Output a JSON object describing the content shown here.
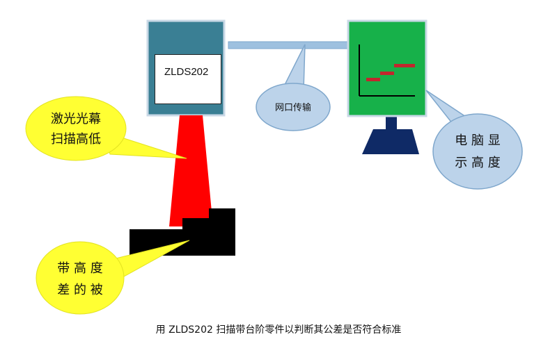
{
  "sensor": {
    "label": "ZLDS202"
  },
  "network": {
    "label": "网口传输"
  },
  "laser_callout": {
    "line1": "激光光幕",
    "line2": "扫描高低"
  },
  "computer_callout": {
    "line1": "电 脑 显",
    "line2": "示 高 度"
  },
  "part_callout": {
    "line1": "带 高 度",
    "line2": "差 的 被"
  },
  "caption": "用 ZLDS202 扫描带台阶零件以判断其公差是否符合标准",
  "colors": {
    "sensor_body": "#3a7f94",
    "screen": "#17b14a",
    "monitor_base": "#0f2a66",
    "cable": "#9ec0df",
    "laser": "#ff0000",
    "callout_yellow": "#ffff33",
    "callout_blue": "#bcd3ea"
  }
}
